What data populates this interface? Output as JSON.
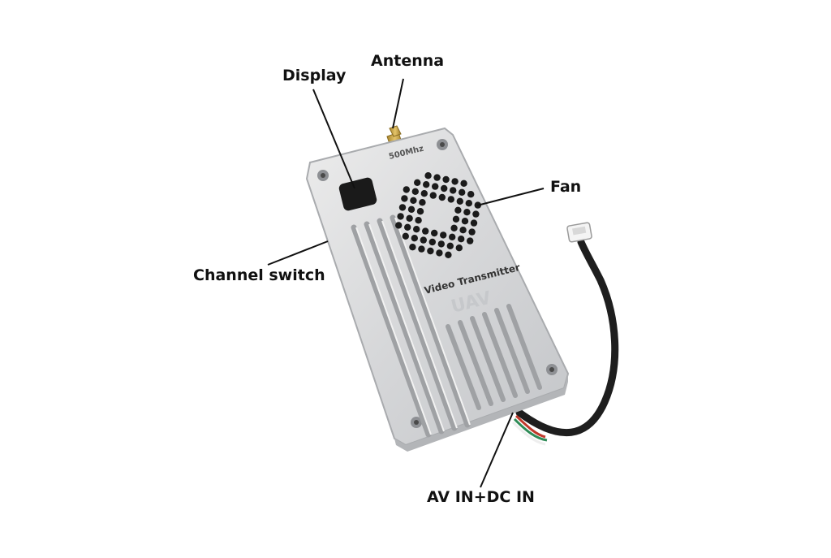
{
  "labels": {
    "antenna": "Antenna",
    "display": "Display",
    "fan": "Fan",
    "channel_switch": "Channel switch",
    "av_dc_in": "AV IN+DC IN"
  },
  "device": {
    "frequency": "500Mhz",
    "name": "Video Transmitter",
    "watermark": "UAV"
  },
  "colors": {
    "body": "#d9dadb",
    "body_edge": "#b5b7ba",
    "grille_hole": "#1b1b1b",
    "antenna": "#c9a64a",
    "cable": "#1e1e1e",
    "label": "#111111"
  }
}
